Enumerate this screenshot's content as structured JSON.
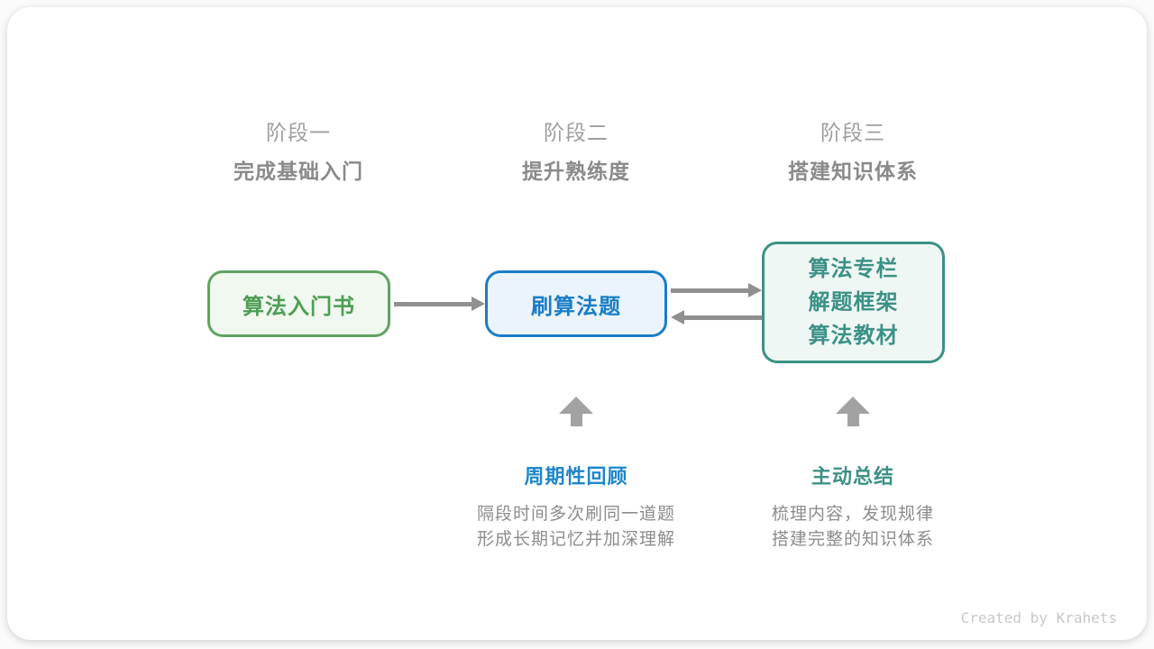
{
  "credit": "Created by Krahets",
  "stages": [
    {
      "label": "阶段一",
      "subtitle": "完成基础入门"
    },
    {
      "label": "阶段二",
      "subtitle": "提升熟练度"
    },
    {
      "label": "阶段三",
      "subtitle": "搭建知识体系"
    }
  ],
  "nodes": {
    "intro_book": {
      "label": "算法入门书"
    },
    "practice": {
      "label": "刷算法题"
    },
    "resources": {
      "lines": [
        "算法专栏",
        "解题框架",
        "算法教材"
      ]
    }
  },
  "annotations": {
    "periodic_review": {
      "title": "周期性回顾",
      "lines": [
        "隔段时间多次刷同一道题",
        "形成长期记忆并加深理解"
      ]
    },
    "active_summary": {
      "title": "主动总结",
      "lines": [
        "梳理内容，发现规律",
        "搭建完整的知识体系"
      ]
    }
  },
  "colors": {
    "node_green_text": "#4c9e52",
    "node_green_border": "#5fa360",
    "node_green_bg": "#f1f8f0",
    "node_blue_text": "#1a7dc8",
    "node_blue_bg": "#ebf4fc",
    "node_teal_text": "#3b9186",
    "node_teal_bg": "#eff7f4",
    "arrow_gray": "#909090",
    "up_arrow_gray": "#a2a2a2",
    "stage_label_gray": "#9e9e9e",
    "stage_subtitle_gray": "#8a8a8a",
    "annotation_blue": "#1e87cb",
    "annotation_teal": "#3b9186",
    "desc_gray": "#8c8c8c",
    "credit_gray": "#c8c8c8"
  }
}
